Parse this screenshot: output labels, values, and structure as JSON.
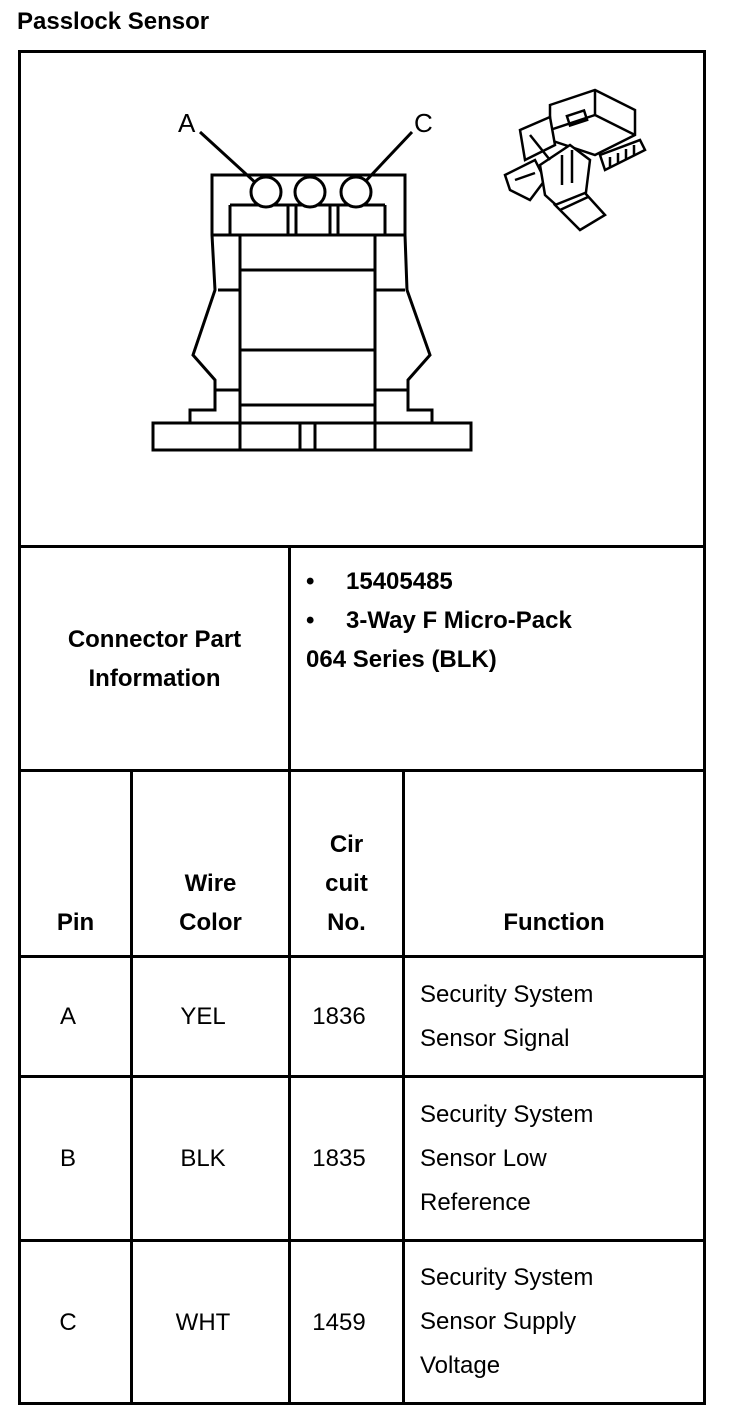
{
  "title": "Passlock Sensor",
  "diagram": {
    "pin_labels": [
      "A",
      "C"
    ]
  },
  "connector_info": {
    "label": "Connector Part Information",
    "items": [
      "15405485",
      "3-Way F Micro-Pack"
    ],
    "continuation": "064 Series (BLK)"
  },
  "table": {
    "headers": {
      "pin": "Pin",
      "wire_color_line1": "Wire",
      "wire_color_line2": "Color",
      "circuit_line1": "Cir",
      "circuit_line2": "cuit",
      "circuit_line3": "No.",
      "function": "Function"
    },
    "rows": [
      {
        "pin": "A",
        "color": "YEL",
        "circuit": "1836",
        "function": [
          "Security System",
          "Sensor Signal"
        ]
      },
      {
        "pin": "B",
        "color": "BLK",
        "circuit": "1835",
        "function": [
          "Security System",
          "Sensor Low",
          "Reference"
        ]
      },
      {
        "pin": "C",
        "color": "WHT",
        "circuit": "1459",
        "function": [
          "Security System",
          "Sensor Supply",
          "Voltage"
        ]
      }
    ]
  }
}
